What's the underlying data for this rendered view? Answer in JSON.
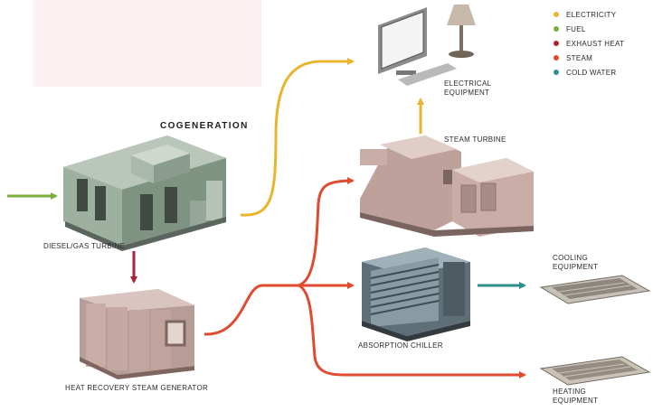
{
  "diagram": {
    "title": "COGENERATION",
    "components": {
      "turbine": "DIESEL/GAS TURBINE",
      "hrsg": "HEAT RECOVERY STEAM GENERATOR",
      "steam_turbine": "STEAM TURBINE",
      "electrical_line1": "ELECTRICAL",
      "electrical_line2": "EQUIPMENT",
      "chiller": "ABSORPTION CHILLER",
      "cooling_line1": "COOLING",
      "cooling_line2": "EQUIPMENT",
      "heating_line1": "HEATING",
      "heating_line2": "EQUIPMENT"
    },
    "legend": [
      {
        "label": "ELECTRICITY",
        "color": "#e9b52c"
      },
      {
        "label": "FUEL",
        "color": "#7cae3c"
      },
      {
        "label": "EXHAUST HEAT",
        "color": "#a8243a"
      },
      {
        "label": "STEAM",
        "color": "#e04a30"
      },
      {
        "label": "COLD WATER",
        "color": "#2e8f86"
      }
    ],
    "flow_colors": {
      "electricity": "#e9b52c",
      "fuel": "#7cae3c",
      "exhaust": "#a8243a",
      "steam": "#e04a30",
      "cold_water": "#2e8f86"
    }
  }
}
